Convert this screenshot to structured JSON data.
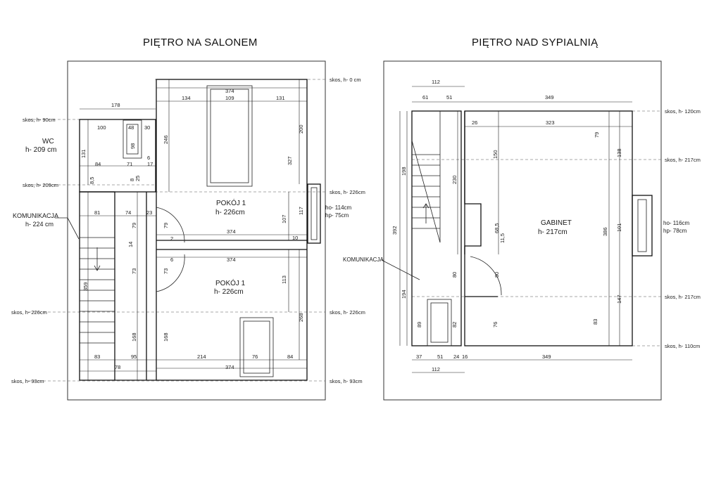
{
  "titles": {
    "left": "PIĘTRO NA SALONEM",
    "right": "PIĘTRO NAD SYPIALNIĄ"
  },
  "left_plan": {
    "rooms": {
      "wc_name": "WC",
      "wc_height": "h- 209 cm",
      "komunikacja_name": "KOMUNIKACJA",
      "komunikacja_height": "h- 224 cm",
      "pokoj_a_name": "POKÓJ 1",
      "pokoj_a_height": "h- 226cm",
      "pokoj_b_name": "POKÓJ 1",
      "pokoj_b_height": "h- 226cm"
    },
    "levels": {
      "skos_0": "skos, h- 0 cm",
      "skos_90": "skos, h- 90cm",
      "skos_209": "skos, h- 209cm",
      "skos_226_top": "skos, h- 226cm",
      "skos_226_left": "skos, h- 226cm",
      "skos_226_right": "skos, h- 226cm",
      "skos_93_left": "skos, h- 93cm",
      "skos_93_right": "skos, h- 93cm"
    },
    "window": {
      "ho": "ho- 114cm",
      "hp": "hp- 75cm"
    },
    "dims": {
      "d178": "178",
      "d100": "100",
      "d48": "48",
      "d30": "30",
      "d98": "98",
      "d131": "131",
      "d84": "84",
      "d71": "71",
      "d6": "6",
      "d17": "17",
      "d8_5": "8,5",
      "d8": "8",
      "d25": "25",
      "d81": "81",
      "d74": "74",
      "d23": "23",
      "d79a": "79",
      "d79b": "79",
      "d14": "14",
      "d2": "2",
      "d6b": "6",
      "d73a": "73",
      "d73b": "73",
      "d359": "359",
      "d168a": "168",
      "d168b": "168",
      "d83": "83",
      "d95": "95",
      "d78": "78",
      "d214": "214",
      "d374_bottom": "374",
      "d76": "76",
      "d84b": "84",
      "d374_top": "374",
      "d134": "134",
      "d109": "109",
      "d131b": "131",
      "d246": "246",
      "d200": "200",
      "d327": "327",
      "d117": "117",
      "d107": "107",
      "d10": "10",
      "d374_mid1": "374",
      "d374_mid2": "374",
      "d113": "113",
      "d268": "268"
    }
  },
  "right_plan": {
    "rooms": {
      "komunikacja_name": "KOMUNIKACJA",
      "gabinet_name": "GABINET",
      "gabinet_height": "h- 217cm"
    },
    "levels": {
      "skos_120": "skos, h- 120cm",
      "skos_217_top": "skos, h- 217cm",
      "skos_217_bottom": "skos, h- 217cm",
      "skos_110": "skos, h- 110cm"
    },
    "window": {
      "ho": "ho- 116cm",
      "hp": "hp- 78cm"
    },
    "dims": {
      "d112_top": "112",
      "d61": "61",
      "d51_top": "51",
      "d349_top": "349",
      "d26": "26",
      "d323": "323",
      "d79": "79",
      "d138": "138",
      "d150": "150",
      "d230": "230",
      "d198": "198",
      "d392": "392",
      "d194": "194",
      "d68_5": "68,5",
      "d11_5": "11,5",
      "d101": "101",
      "d386": "386",
      "d147": "147",
      "d80a": "80",
      "d80b": "80",
      "d89": "89",
      "d82": "82",
      "d76": "76",
      "d83": "83",
      "d37": "37",
      "d51_bottom": "51",
      "d24": "24",
      "d16": "16",
      "d349_bottom": "349",
      "d112_bottom": "112"
    }
  }
}
